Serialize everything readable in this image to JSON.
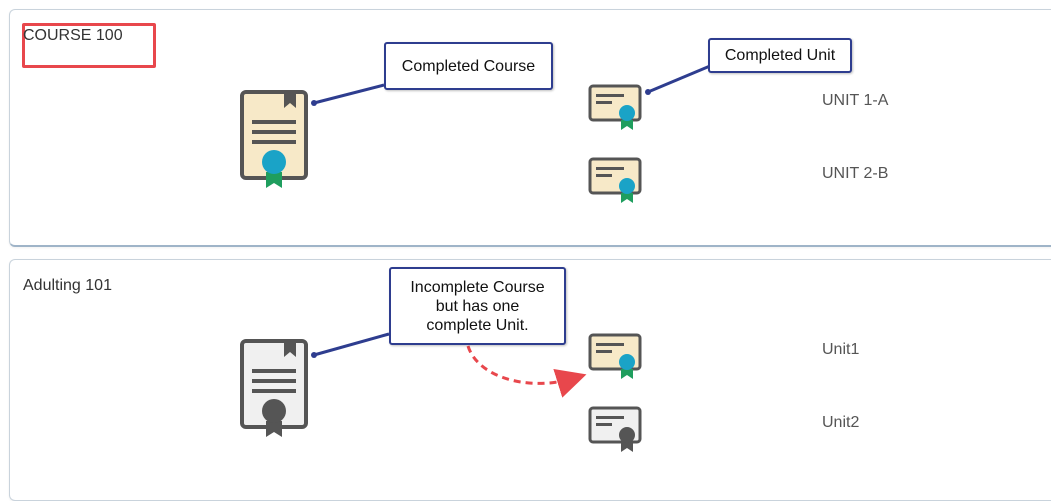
{
  "courses": [
    {
      "title": "COURSE 100",
      "status": "completed",
      "units": [
        {
          "label": "UNIT 1-A",
          "status": "completed"
        },
        {
          "label": "UNIT 2-B",
          "status": "completed"
        }
      ]
    },
    {
      "title": "Adulting 101",
      "status": "incomplete",
      "units": [
        {
          "label": "Unit1",
          "status": "completed"
        },
        {
          "label": "Unit2",
          "status": "incomplete"
        }
      ]
    }
  ],
  "callouts": {
    "completed_course": "Completed Course",
    "completed_unit": "Completed Unit",
    "incomplete_course_lines": [
      "Incomplete Course",
      "but has one",
      "complete Unit."
    ]
  },
  "colors": {
    "highlight": "#e8474c",
    "callout_border": "#2e3d8f",
    "arrow": "#e8474c",
    "cert_completed_fill": "#f7e9c8",
    "cert_incomplete_fill": "#f0f0f0",
    "ribbon_completed": "#1aa3c7",
    "ribbon_tail_completed": "#1f9e5e",
    "ribbon_incomplete": "#555555"
  },
  "icons": {
    "course_certificate": "certificate-icon",
    "unit_certificate": "unit-certificate-icon"
  }
}
